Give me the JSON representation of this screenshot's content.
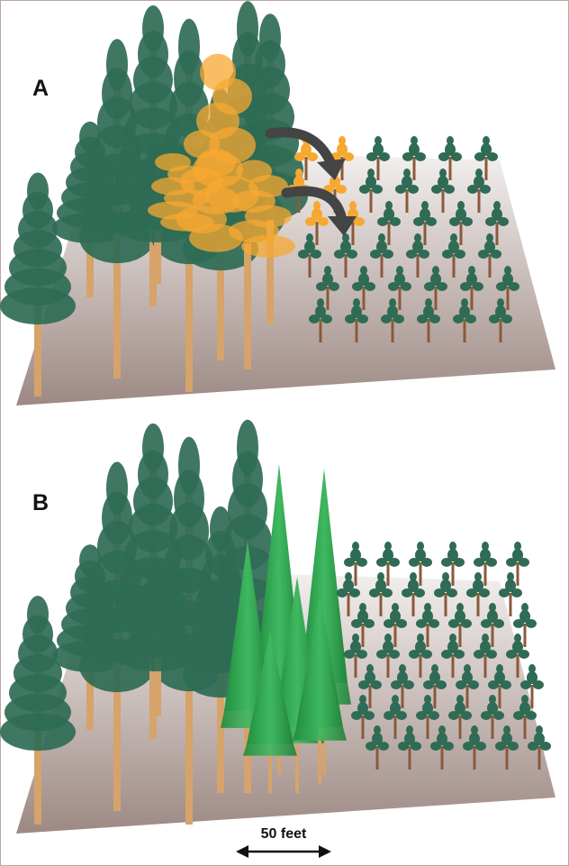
{
  "panels": [
    {
      "id": "A",
      "label": "A"
    },
    {
      "id": "B",
      "label": "B"
    }
  ],
  "scale_bar": {
    "label": "50 feet"
  },
  "icons": {
    "fire_spread_arrow": "curved-arrow-icon",
    "scale_arrow": "double-arrow-icon"
  },
  "colors": {
    "ground_top": "#f4f2f2",
    "ground_bottom": "#9e8882",
    "mature_foliage": "#2f6b55",
    "trunk": "#d6a36a",
    "burning_foliage": "#f7a831",
    "young_conifer": "#2c9a4a",
    "arrow": "#444444"
  }
}
